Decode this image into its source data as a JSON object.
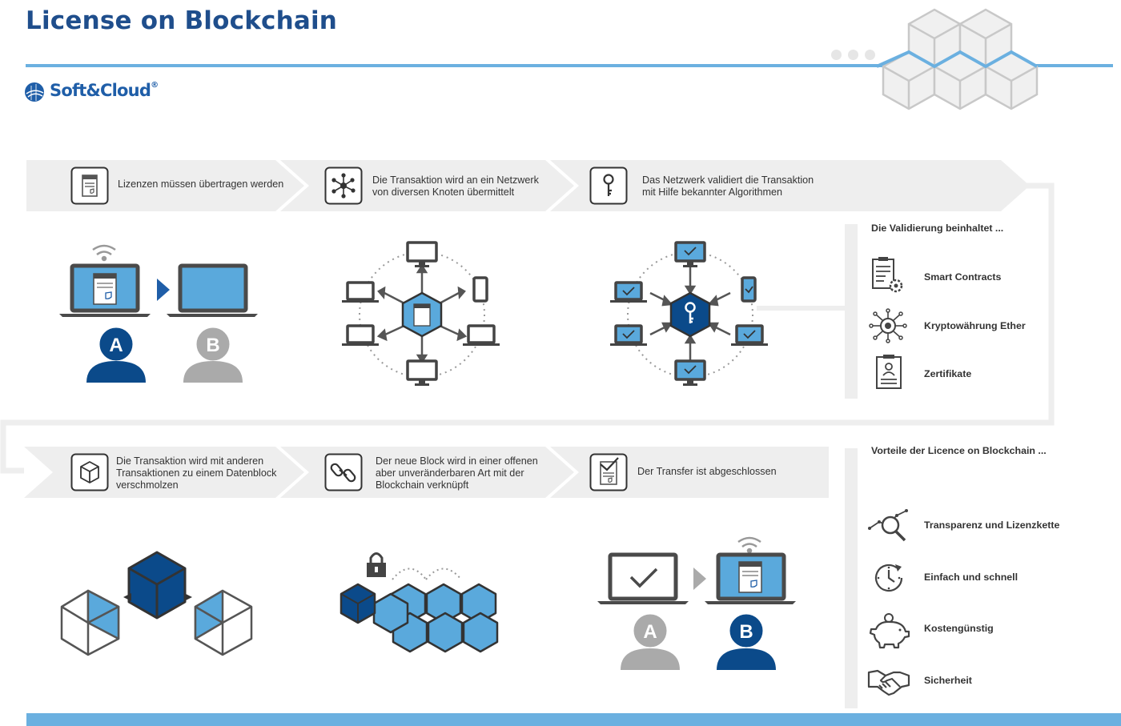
{
  "header": {
    "title": "License on Blockchain",
    "logo_text": "Soft&Cloud",
    "logo_mark": "®"
  },
  "colors": {
    "brand_blue": "#1f5ea8",
    "dark_blue": "#0b4a8a",
    "light_blue": "#5aa9dc",
    "line_blue": "#6bb0e0",
    "grey": "#555555",
    "light_grey": "#eeeeee"
  },
  "steps_top": [
    {
      "icon": "license-document-icon",
      "text": [
        "Lizenzen müssen übertragen werden"
      ]
    },
    {
      "icon": "network-nodes-icon",
      "text": [
        "Die Transaktion wird an ein Netzwerk",
        "von diversen Knoten übermittelt"
      ]
    },
    {
      "icon": "key-icon",
      "text": [
        "Das Netzwerk validiert die Transaktion",
        "mit Hilfe bekannter Algorithmen"
      ]
    }
  ],
  "steps_bottom": [
    {
      "icon": "cube-icon",
      "text": [
        "Die Transaktion wird mit anderen",
        "Transaktionen zu einem Datenblock",
        "verschmolzen"
      ]
    },
    {
      "icon": "chain-link-icon",
      "text": [
        "Der neue Block wird in einer offenen",
        "aber unveränderbaren Art mit der",
        "Blockchain verknüpft"
      ]
    },
    {
      "icon": "certificate-check-icon",
      "text": [
        "Der Transfer ist abgeschlossen"
      ]
    }
  ],
  "users": {
    "a": "A",
    "b": "B"
  },
  "validation": {
    "title": "Die Validierung beinhaltet ...",
    "items": [
      {
        "icon": "smart-contract-icon",
        "label": "Smart Contracts"
      },
      {
        "icon": "cryptocurrency-icon",
        "label": "Kryptowährung Ether"
      },
      {
        "icon": "certificate-icon",
        "label": "Zertifikate"
      }
    ]
  },
  "advantages": {
    "title": "Vorteile der Licence on Blockchain ...",
    "items": [
      {
        "icon": "magnifier-chart-icon",
        "label": "Transparenz und Lizenzkette"
      },
      {
        "icon": "clock-icon",
        "label": "Einfach und schnell"
      },
      {
        "icon": "piggy-bank-icon",
        "label": "Kostengünstig"
      },
      {
        "icon": "handshake-icon",
        "label": "Sicherheit"
      }
    ]
  }
}
